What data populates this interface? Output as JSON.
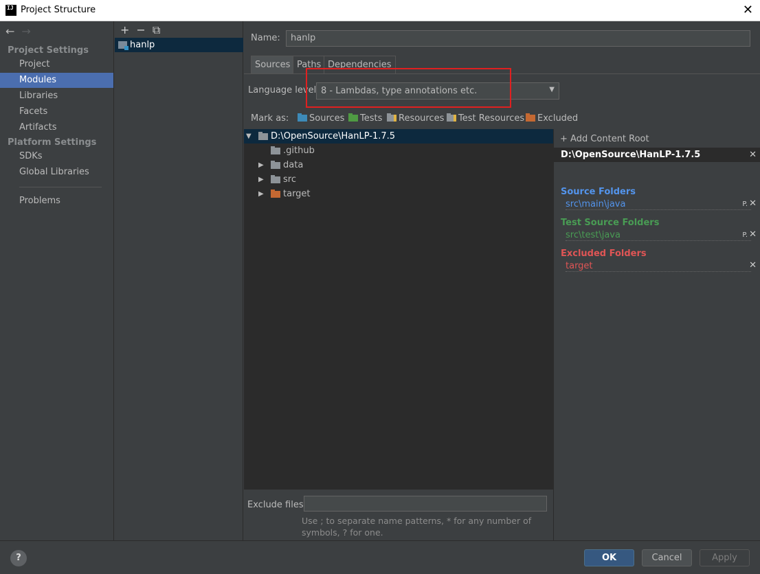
{
  "window": {
    "title": "Project Structure",
    "close_glyph": "✕",
    "logo_text": "IJ"
  },
  "nav": {
    "back_glyph": "←",
    "forward_glyph": "→",
    "project_settings_header": "Project Settings",
    "platform_settings_header": "Platform Settings",
    "items": [
      {
        "label": "Project"
      },
      {
        "label": "Modules"
      },
      {
        "label": "Libraries"
      },
      {
        "label": "Facets"
      },
      {
        "label": "Artifacts"
      }
    ],
    "platform_items": [
      {
        "label": "SDKs"
      },
      {
        "label": "Global Libraries"
      }
    ],
    "problems_label": "Problems",
    "selected": "Modules"
  },
  "modules": {
    "toolbar": {
      "add": "+",
      "remove": "−",
      "copy": "⧉"
    },
    "items": [
      {
        "label": "hanlp"
      }
    ]
  },
  "main": {
    "name_label": "Name:",
    "name_value": "hanlp",
    "tabs": [
      {
        "label": "Sources"
      },
      {
        "label": "Paths"
      },
      {
        "label": "Dependencies"
      }
    ],
    "selected_tab": "Sources",
    "language_level_label": "Language level:",
    "language_level_value": "8 - Lambdas, type annotations etc.",
    "dropdown_arrow": "▼",
    "mark_as_label": "Mark as:",
    "mark_as": [
      {
        "label": "Sources",
        "color": "#3d8ab8"
      },
      {
        "label": "Tests",
        "color": "#4f9a43"
      },
      {
        "label": "Resources",
        "color": "#8d9398"
      },
      {
        "label": "Test Resources",
        "color": "#8d9398"
      },
      {
        "label": "Excluded",
        "color": "#c46832"
      }
    ],
    "tree": [
      {
        "label": "D:\\OpenSource\\HanLP-1.7.5",
        "toggle": "▼",
        "color": "#8d9398"
      },
      {
        "label": ".github",
        "toggle": "",
        "color": "#8d9398"
      },
      {
        "label": "data",
        "toggle": "▶",
        "color": "#8d9398"
      },
      {
        "label": "src",
        "toggle": "▶",
        "color": "#8d9398"
      },
      {
        "label": "target",
        "toggle": "▶",
        "color": "#c46832"
      }
    ],
    "exclude_files_label": "Exclude files:",
    "exclude_files_value": "",
    "exclude_hint": "Use ; to separate name patterns, * for any number of symbols, ? for one."
  },
  "roots": {
    "add_content_root": "+ Add Content Root",
    "root_path": "D:\\OpenSource\\HanLP-1.7.5",
    "remove_glyph": "✕",
    "props_glyph": "P.",
    "source_folders_header": "Source Folders",
    "source_folders": [
      "src\\main\\java"
    ],
    "test_source_folders_header": "Test Source Folders",
    "test_source_folders": [
      "src\\test\\java"
    ],
    "excluded_folders_header": "Excluded Folders",
    "excluded_folders": [
      "target"
    ],
    "colors": {
      "source": "#5394ec",
      "test": "#499c54",
      "excluded": "#e05555"
    }
  },
  "footer": {
    "help": "?",
    "ok": "OK",
    "cancel": "Cancel",
    "apply": "Apply"
  }
}
